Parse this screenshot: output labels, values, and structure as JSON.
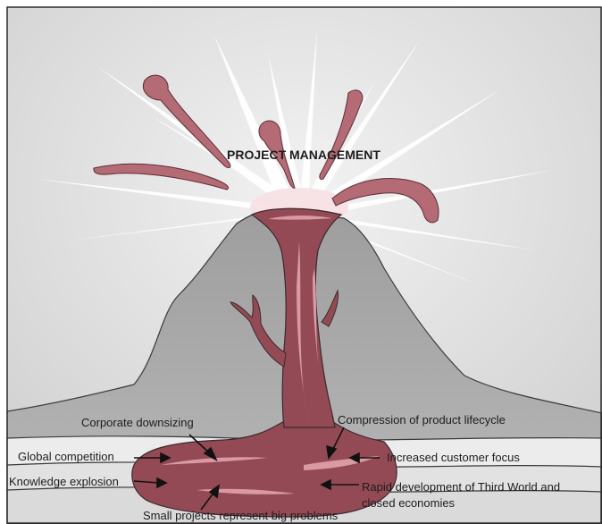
{
  "title": "PROJECT MANAGEMENT",
  "labels": {
    "corporate_downsizing": "Corporate downsizing",
    "compression_lifecycle": "Compression of product lifecycle",
    "global_competition": "Global competition",
    "increased_customer_focus": "Increased customer focus",
    "knowledge_explosion": "Knowledge explosion",
    "third_world_line1": "Rapid development of Third World and",
    "third_world_line2": "closed economies",
    "small_projects": "Small projects represent big problems"
  },
  "colors": {
    "background": "#e3e3e3",
    "sky": "#d6d6d6",
    "mountain": "#a8a8a8",
    "magma": "#934a55",
    "magma_highlight": "#d99aa3",
    "burst": "#ffffff"
  }
}
